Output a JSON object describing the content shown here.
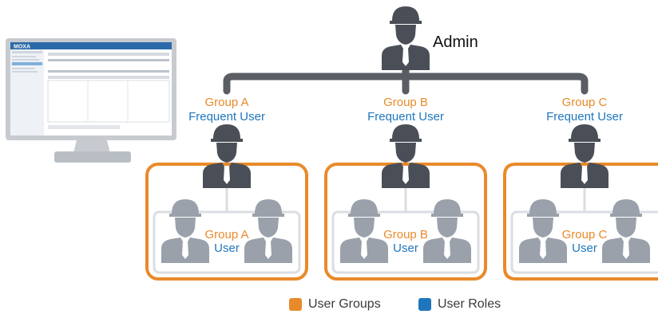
{
  "colors": {
    "user_groups": "#e98a2a",
    "user_roles": "#1f76bd",
    "connector": "#5a5d63",
    "person_dark": "#4a4f57",
    "person_light": "#9aa1ab"
  },
  "admin": {
    "label": "Admin",
    "icon": "helmet-person-icon"
  },
  "groups": [
    {
      "id": "a",
      "group": "Group A",
      "frequent": "Frequent User",
      "user": "User"
    },
    {
      "id": "b",
      "group": "Group B",
      "frequent": "Frequent User",
      "user": "User"
    },
    {
      "id": "c",
      "group": "Group C",
      "frequent": "Frequent User",
      "user": "User"
    }
  ],
  "legend": [
    {
      "label": "User Groups",
      "color": "#e98a2a"
    },
    {
      "label": "User Roles",
      "color": "#1f76bd"
    }
  ],
  "monitor": {
    "brand": "MOXA",
    "icon": "computer-monitor-icon"
  }
}
